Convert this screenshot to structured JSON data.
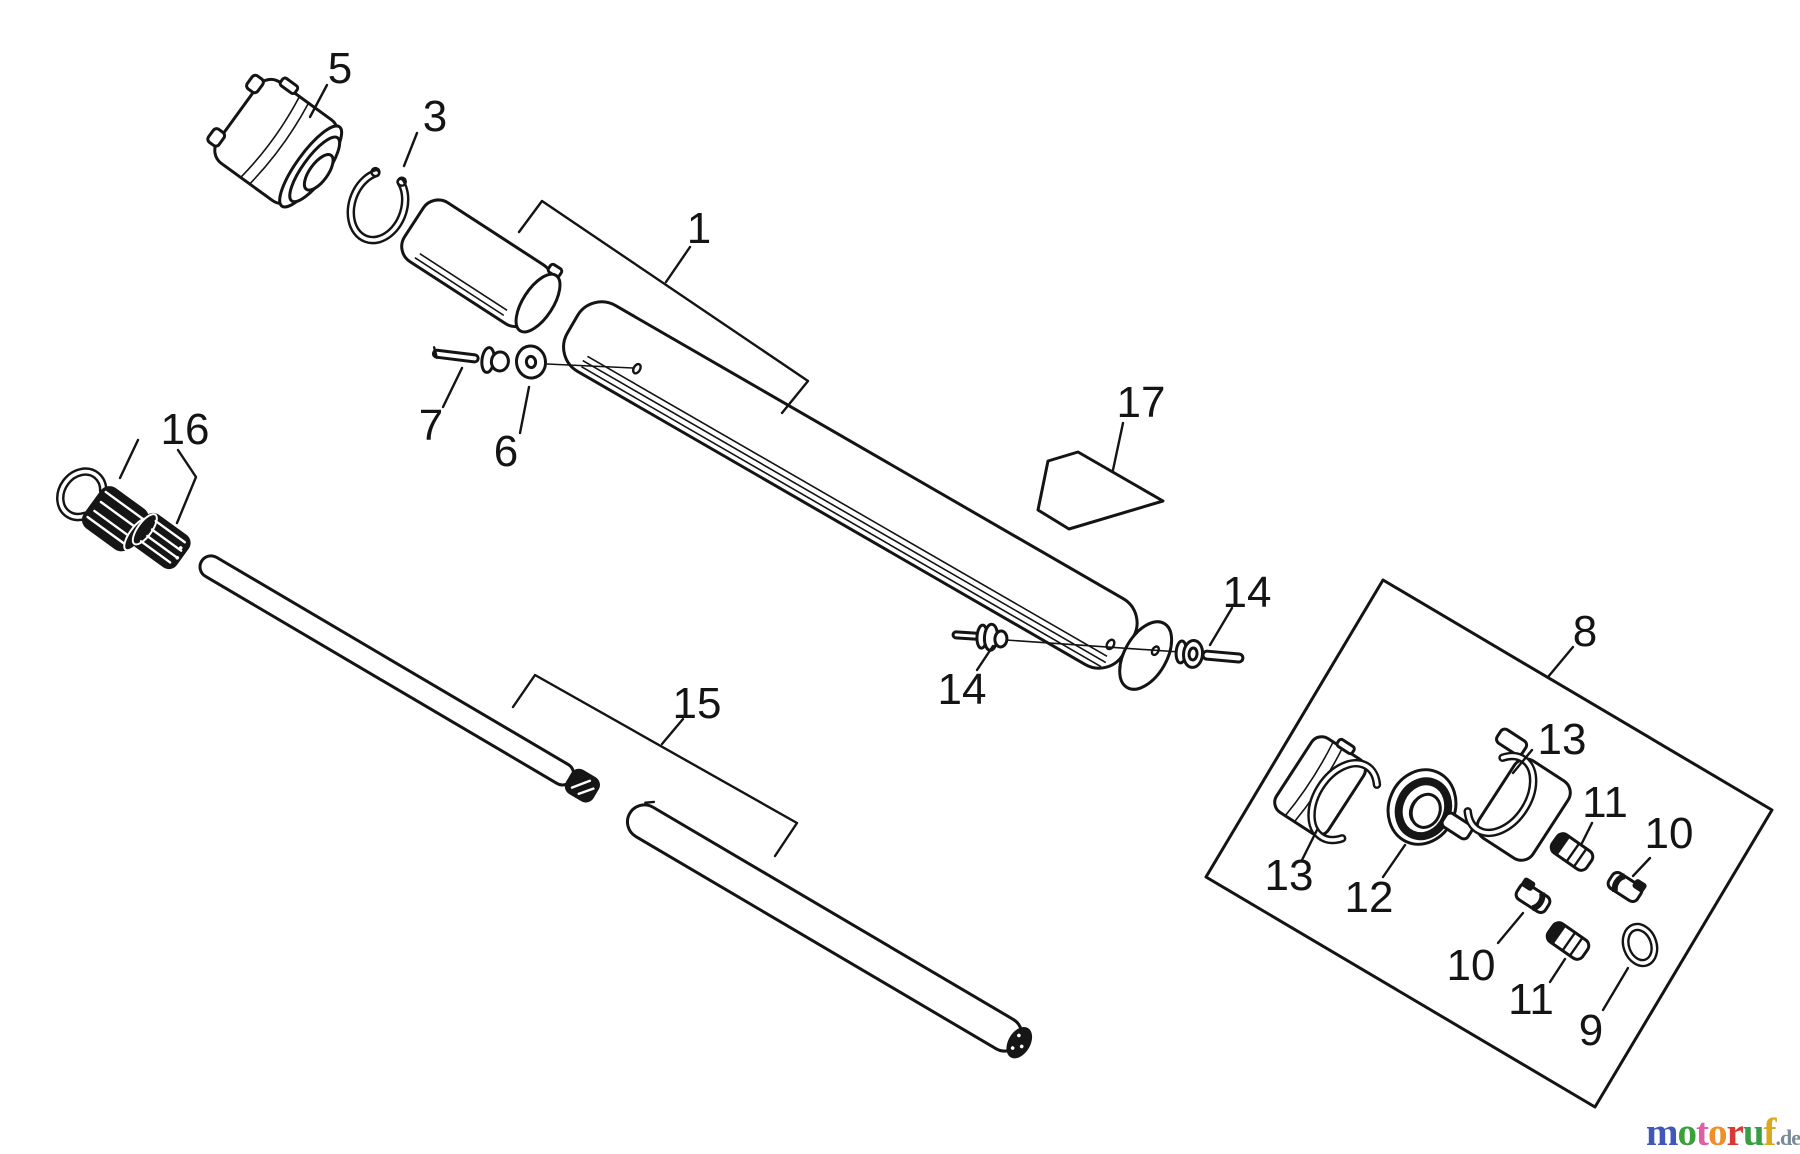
{
  "colors": {
    "line": "#141414",
    "paper": "#ffffff"
  },
  "diagram_type": "exploded-parts-diagram",
  "callouts": {
    "c1": "1",
    "c3": "3",
    "c5": "5",
    "c6": "6",
    "c7": "7",
    "c8": "8",
    "c9": "9",
    "c10_left": "10",
    "c10_right": "10",
    "c11_upper": "11",
    "c11_lower": "11",
    "c12": "12",
    "c13_left": "13",
    "c13_top": "13",
    "c14_left": "14",
    "c14_right": "14",
    "c15": "15",
    "c16": "16",
    "c17": "17"
  },
  "part_shapes": {
    "c1": "outer-shaft-tube-with-sleeve",
    "c3": "snap-ring",
    "c5": "end-bushing-cap",
    "c6": "washer",
    "c7": "screw",
    "c8": "clamp-kit-box",
    "c9": "o-ring",
    "c10": "small-clip",
    "c11": "small-pin-screw",
    "c12": "bearing",
    "c13": "clamp-half-shell",
    "c14": "tube-mount-screw",
    "c15": "inner-drive-shaft",
    "c16": "splined-coupler-set",
    "c17": "decal-label"
  },
  "watermark": {
    "letters": [
      {
        "ch": "m",
        "color": "#4059b8"
      },
      {
        "ch": "o",
        "color": "#3aa13a"
      },
      {
        "ch": "t",
        "color": "#df5fa5"
      },
      {
        "ch": "o",
        "color": "#ef8e2a"
      },
      {
        "ch": "r",
        "color": "#da3832"
      },
      {
        "ch": "u",
        "color": "#379e45"
      },
      {
        "ch": "f",
        "color": "#d9a81f"
      }
    ],
    "suffix": ".de",
    "suffix_color": "#7b8a9a"
  }
}
